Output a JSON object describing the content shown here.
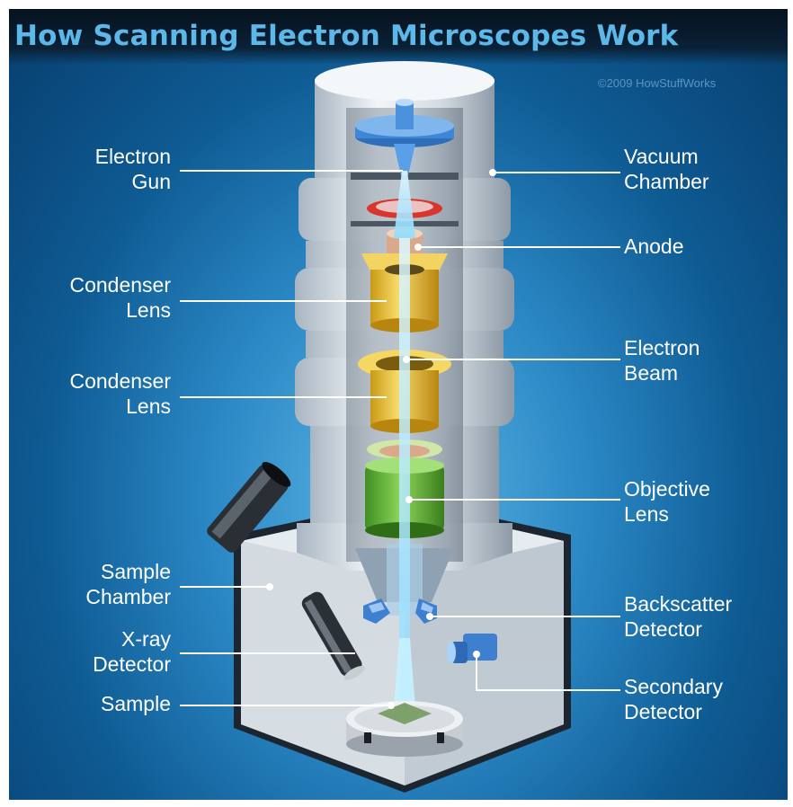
{
  "title": "How Scanning Electron Microscopes Work",
  "copyright": "©2009 HowStuffWorks",
  "colors": {
    "title": "#5db8ea",
    "background": "#1f78b8",
    "beam": "#9fe6ff",
    "condenser_lens": "#e8c23a",
    "objective_lens": "#6cbc3c",
    "anode": "#e0b79a",
    "gun_ring": "#d9352c",
    "gun": "#3d87d6"
  },
  "labels": {
    "electron_gun": [
      "Electron",
      "Gun"
    ],
    "vacuum_chamber": [
      "Vacuum",
      "Chamber"
    ],
    "anode": [
      "Anode"
    ],
    "condenser_lens_1": [
      "Condenser",
      "Lens"
    ],
    "electron_beam": [
      "Electron",
      "Beam"
    ],
    "condenser_lens_2": [
      "Condenser",
      "Lens"
    ],
    "objective_lens": [
      "Objective",
      "Lens"
    ],
    "sample_chamber": [
      "Sample",
      "Chamber"
    ],
    "backscatter_detector": [
      "Backscatter",
      "Detector"
    ],
    "xray_detector": [
      "X-ray",
      "Detector"
    ],
    "secondary_detector": [
      "Secondary",
      "Detector"
    ],
    "sample": [
      "Sample"
    ]
  }
}
